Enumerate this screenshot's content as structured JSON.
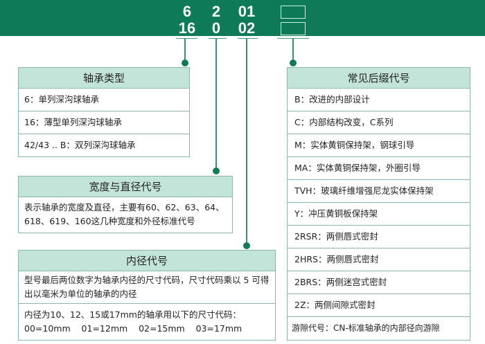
{
  "header": {
    "col1": [
      "6",
      "16"
    ],
    "col2": [
      "2",
      "0"
    ],
    "col3": [
      "01",
      "02"
    ]
  },
  "colors": {
    "bar": "#0f7a58",
    "header": "#c3e4d8"
  },
  "bearing_type": {
    "title": "轴承类型",
    "rows": [
      "6：单列深沟球轴承",
      "16：薄型单列深沟球轴承",
      "42/43 .. B：双列深沟球轴承"
    ]
  },
  "width_diameter": {
    "title": "宽度与直径代号",
    "text": "表示轴承的宽度及直径，主要有60、62、63、64、618、619、160这几种宽度和外径标准代号"
  },
  "bore": {
    "title": "内径代号",
    "text1": "型号最后两位数字为轴承内径的尺寸代码，尺寸代码乘以 5 可得出以毫米为单位的轴承的内径",
    "text2": "内径为10、12、15或17mm的轴承用以下的尺寸代码：",
    "codes": "00=10mm    01=12mm    02=15mm    03=17mm"
  },
  "suffix": {
    "title": "常见后缀代号",
    "rows": [
      "B：改进的内部设计",
      "C：内部结构改变，C系列",
      "M：实体黄铜保持架，钢球引导",
      "MA：实体黄铜保持架，外圈引导",
      "TVH：玻璃纤维增强尼龙实体保持架",
      "Y：冲压黄铜板保持架",
      "2RSR：两侧唇式密封",
      "2HRS：两侧唇式密封",
      "2BRS：两侧迷宫式密封",
      "2Z：两侧间隙式密封",
      "游隙代号：CN-标准轴承的内部径向游隙"
    ]
  }
}
